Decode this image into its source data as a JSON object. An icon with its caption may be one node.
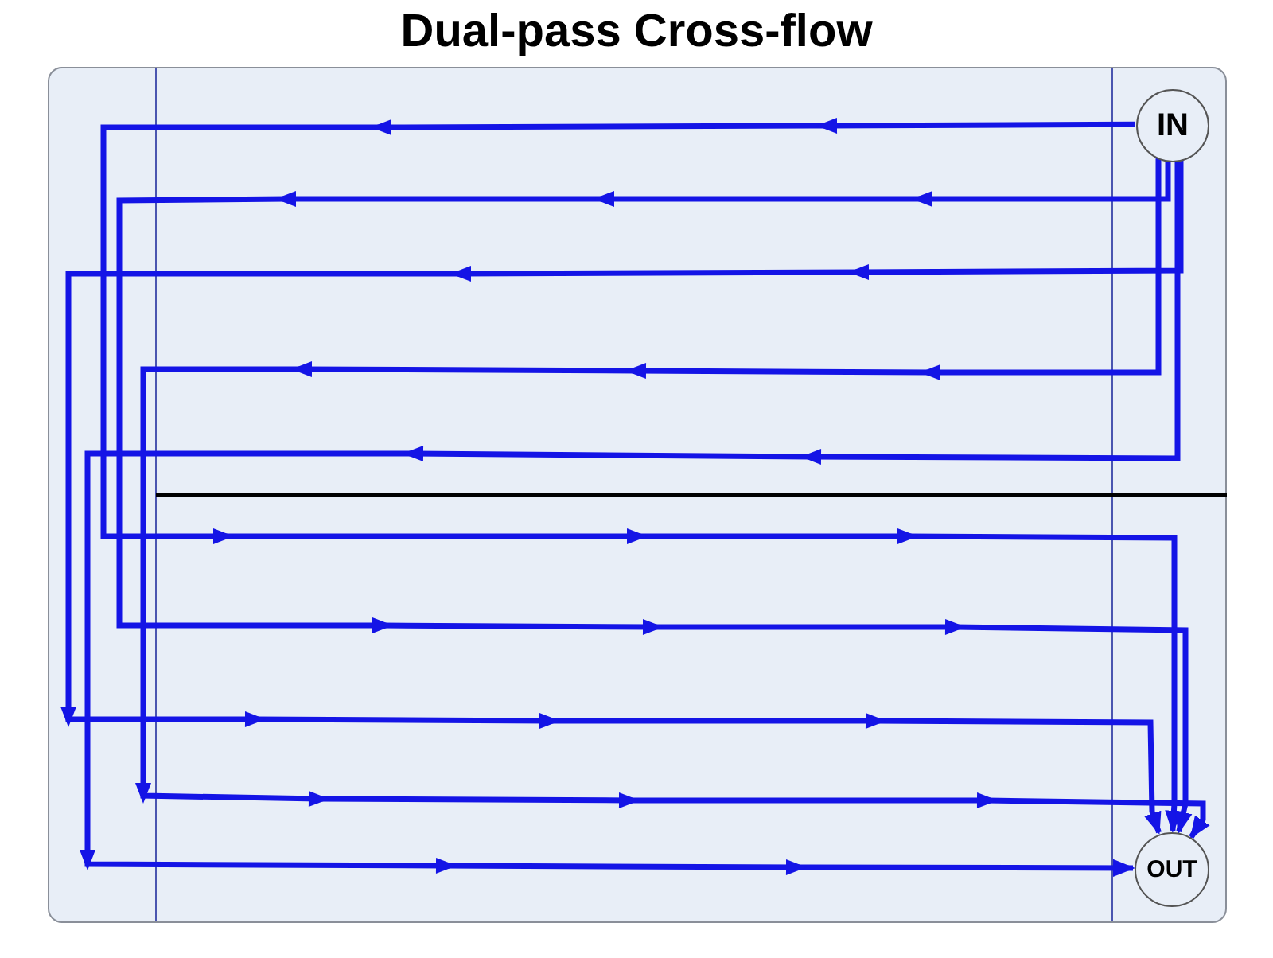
{
  "diagram": {
    "title": "Dual-pass Cross-flow",
    "nodes": [
      {
        "text": [],
        "shape": "box"
      },
      {
        "text": [
          "IN"
        ],
        "in": 0
      },
      {
        "text": [
          "OUT"
        ],
        "in": 0
      }
    ],
    "edges": [
      {
        "from": 1,
        "to": 2,
        "arrow": "to"
      },
      {
        "from": 1,
        "to": 2,
        "arrow": "to"
      },
      {
        "from": 1,
        "to": 2,
        "arrow": "to"
      },
      {
        "from": 1,
        "to": 2,
        "arrow": "to"
      },
      {
        "from": 1,
        "to": 2,
        "arrow": "to"
      }
    ]
  }
}
